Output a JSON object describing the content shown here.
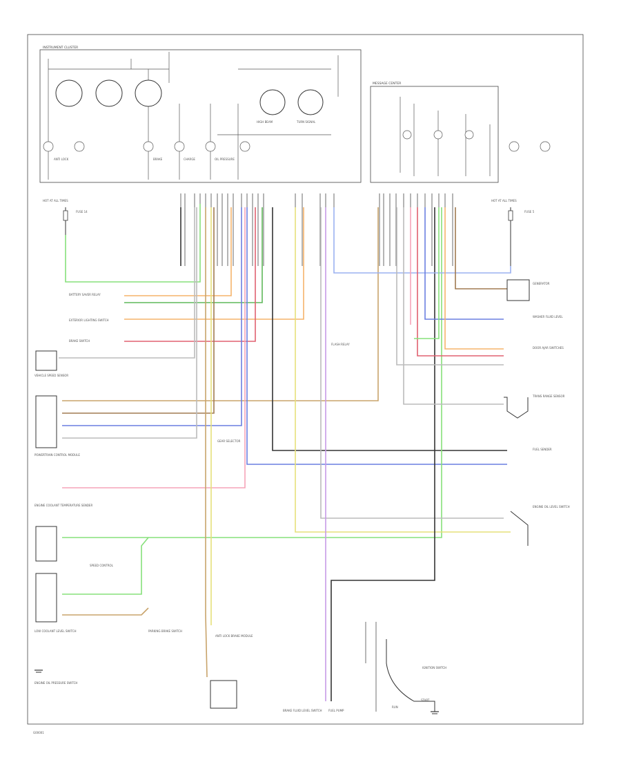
{
  "diagram": {
    "cluster_header": "INSTRUMENT CLUSTER",
    "cluster_labels": {
      "l1": "ANTI LOCK",
      "l2": "BRAKE",
      "l3": "CHARGE",
      "l4": "OIL PRESSURE",
      "l5": "HIGH BEAM",
      "l6": "TURN SIGNAL"
    },
    "message_center": "MESSAGE CENTER",
    "left_hot_fuse": "HOT AT ALL TIMES",
    "left_fuse": "FUSE 14",
    "right_hot_fuse": "HOT AT ALL TIMES",
    "right_fuse": "FUSE 5",
    "left_labels": {
      "battery": "BATTERY SAVER RELAY",
      "lighting": "EXTERIOR LIGHTING SWITCH",
      "brake": "BRAKE SWITCH",
      "vss": "VEHICLE SPEED SENSOR",
      "pcm": "POWERTRAIN CONTROL MODULE",
      "coolant": "ENGINE COOLANT TEMPERATURE SENDER",
      "low_coolant": "LOW COOLANT LEVEL SWITCH",
      "speed_ctrl": "SPEED CONTROL",
      "oil_sender": "ENGINE OIL PRESSURE SWITCH"
    },
    "mid_labels": {
      "flash": "FLASH RELAY",
      "gear": "GEAR SELECTOR",
      "abs": "ANTI LOCK BRAKE MODULE",
      "parking": "PARKING BRAKE SWITCH",
      "fluid": "BRAKE FLUID LEVEL SWITCH",
      "fuel": "FUEL PUMP"
    },
    "right_labels": {
      "generator": "GENERATOR",
      "washer": "WASHER FLUID LEVEL",
      "door": "DOOR AJAR SWITCHES",
      "trans": "TRANS RANGE SENSOR",
      "fuel_sender": "FUEL SENDER",
      "oil_switch": "ENGINE OIL LEVEL SWITCH",
      "ignition": "IGNITION SWITCH",
      "run": "RUN",
      "start": "START"
    },
    "wire_colors": {
      "black": "#333333",
      "green": "#86e07a",
      "orange": "#f5b36a",
      "yellow": "#e6e07a",
      "pink": "#f5a3b8",
      "red": "#e06070",
      "blue": "#6a7fe0",
      "lightblue": "#9ab0f0",
      "purple": "#c79ae6",
      "tan": "#c8a36a",
      "gray": "#bbbbbb",
      "brown": "#a07a50",
      "dkgreen": "#5fb85a"
    },
    "footer": "G00001"
  }
}
